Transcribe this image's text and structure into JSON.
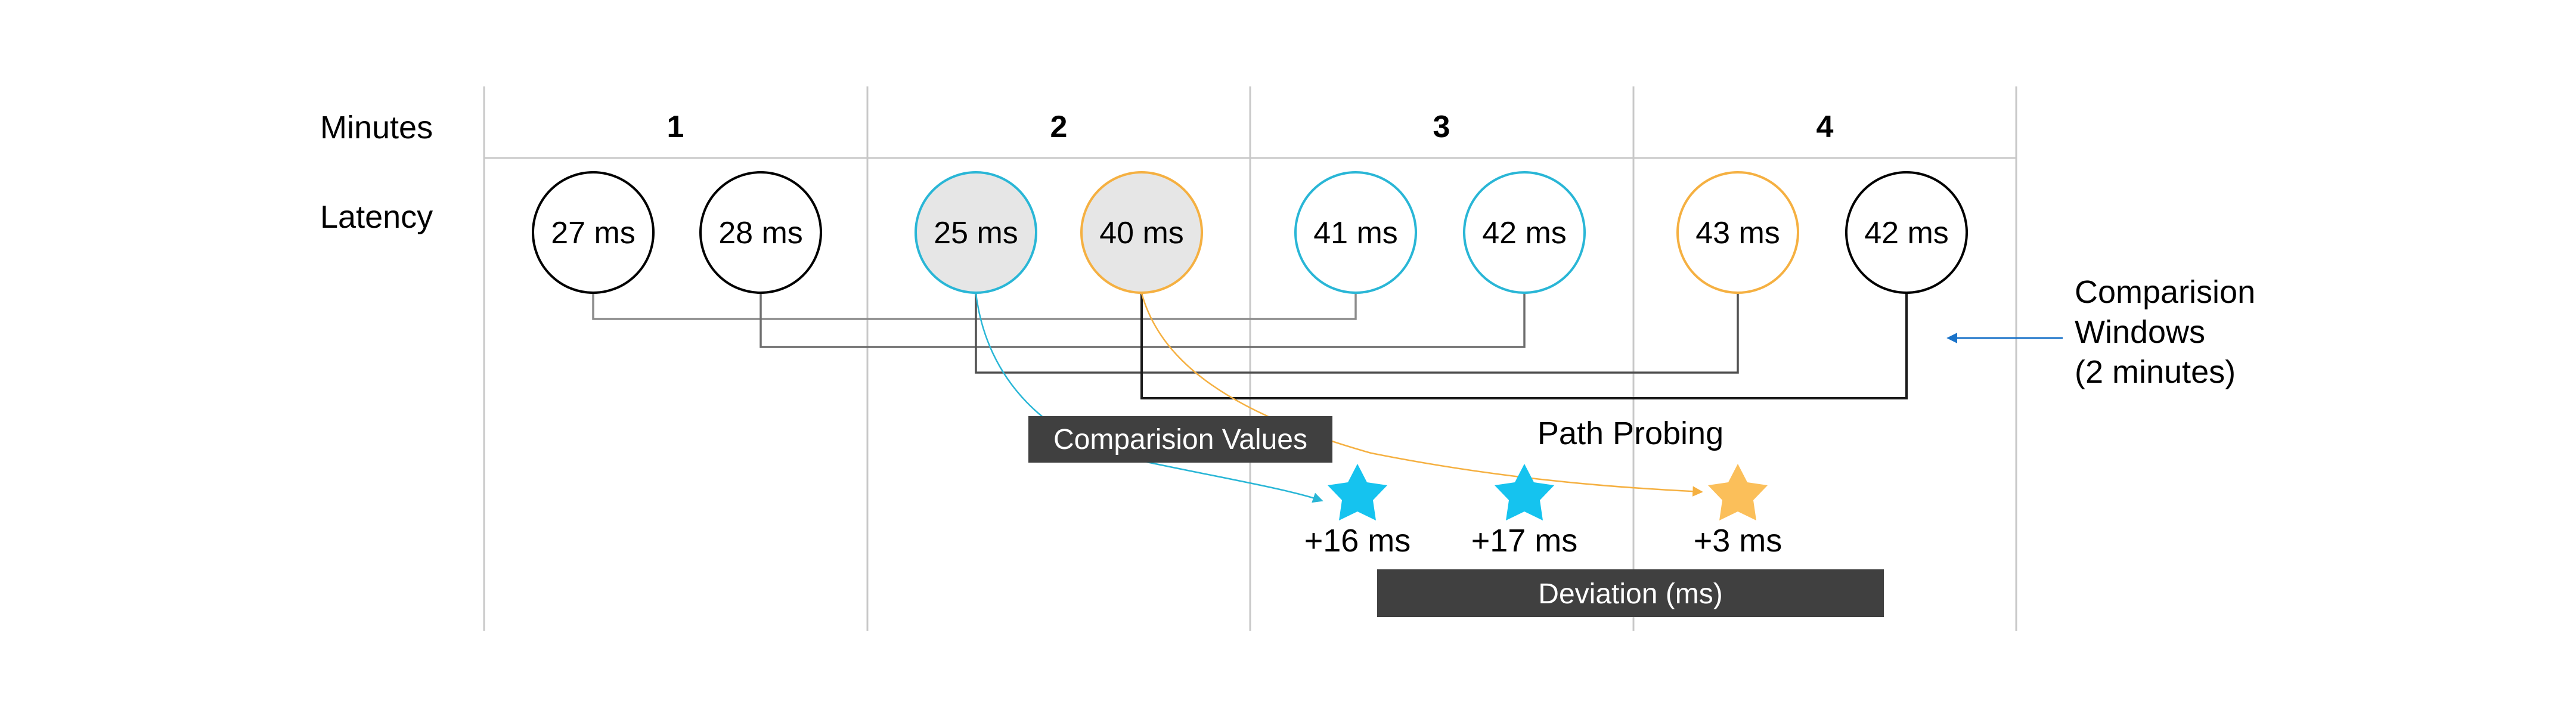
{
  "labels": {
    "minutes_row": "Minutes",
    "latency_row": "Latency"
  },
  "minutes": [
    "1",
    "2",
    "3",
    "4"
  ],
  "latencies": [
    {
      "value": "27 ms",
      "outline": "#000000",
      "fill": "#ffffff"
    },
    {
      "value": "28 ms",
      "outline": "#000000",
      "fill": "#ffffff"
    },
    {
      "value": "25 ms",
      "outline": "#29b6d6",
      "fill": "#e6e6e6"
    },
    {
      "value": "40 ms",
      "outline": "#f5b041",
      "fill": "#e6e6e6"
    },
    {
      "value": "41 ms",
      "outline": "#29b6d6",
      "fill": "#ffffff"
    },
    {
      "value": "42 ms",
      "outline": "#29b6d6",
      "fill": "#ffffff"
    },
    {
      "value": "43 ms",
      "outline": "#f5b041",
      "fill": "#ffffff"
    },
    {
      "value": "42 ms",
      "outline": "#000000",
      "fill": "#ffffff"
    }
  ],
  "comparison_windows": {
    "line1": "Comparision",
    "line2": "Windows",
    "line3": "(2 minutes)"
  },
  "comparison_values_label": "Comparision Values",
  "path_probing_label": "Path Probing",
  "deviation_label": "Deviation (ms)",
  "deviations": [
    {
      "value": "+16 ms",
      "color": "#15c3ef"
    },
    {
      "value": "+17 ms",
      "color": "#15c3ef"
    },
    {
      "value": "+3 ms",
      "color": "#fbbf5a"
    }
  ],
  "colors": {
    "blue": "#29b6d6",
    "orange": "#f5b041",
    "grid": "#c8c8c8",
    "dark_box": "#404040",
    "arrow_blue": "#1a73c9"
  }
}
